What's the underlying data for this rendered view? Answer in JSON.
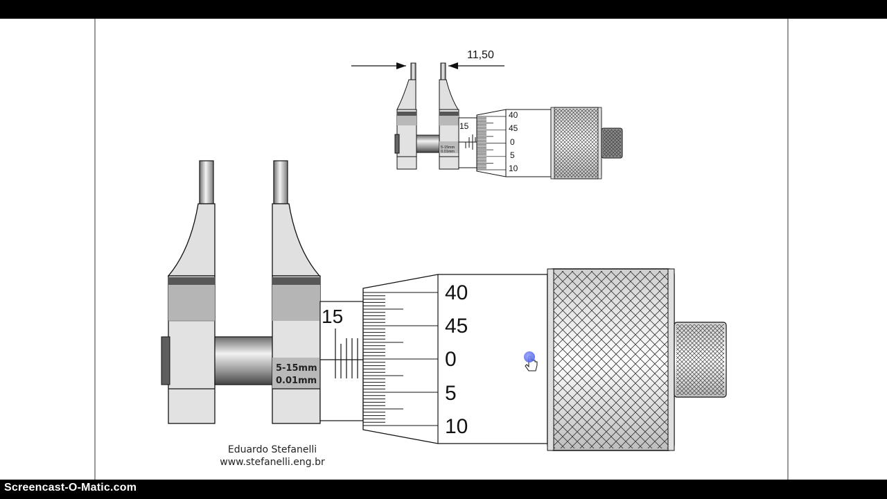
{
  "watermark": "Screencast-O-Matic.com",
  "dimension_label": "11,50",
  "credit": {
    "author": "Eduardo Stefanelli",
    "website": "www.stefanelli.eng.br"
  },
  "micrometer": {
    "sleeve_number": "15",
    "range_label": "5-15mm",
    "resolution_label": "0.01mm",
    "thimble_numbers": [
      "40",
      "45",
      "0",
      "5",
      "10"
    ]
  },
  "colors": {
    "body_light": "#e2e2e2",
    "body_mid": "#b5b5b5",
    "body_dark": "#5a5a5a",
    "outline": "#111111",
    "cursor": "#3045e0"
  },
  "icons": {
    "pointer": "hand-pointer-icon"
  }
}
